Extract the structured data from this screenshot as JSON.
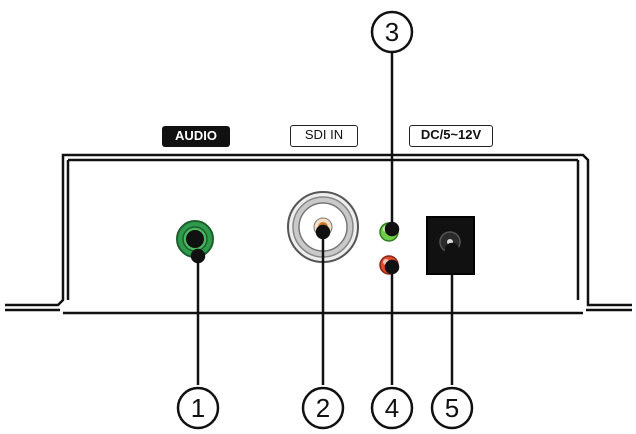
{
  "labels": {
    "audio": "AUDIO",
    "sdi_in": "SDI IN",
    "dc_power": "DC/5~12V"
  },
  "callouts": [
    "1",
    "2",
    "3",
    "4",
    "5"
  ],
  "colors": {
    "outline": "#111111",
    "audio_jack": "#2e9a4a",
    "led_green": "#6ccf4a",
    "led_red": "#e24a2e",
    "bnc_center": "#c87a2a"
  }
}
